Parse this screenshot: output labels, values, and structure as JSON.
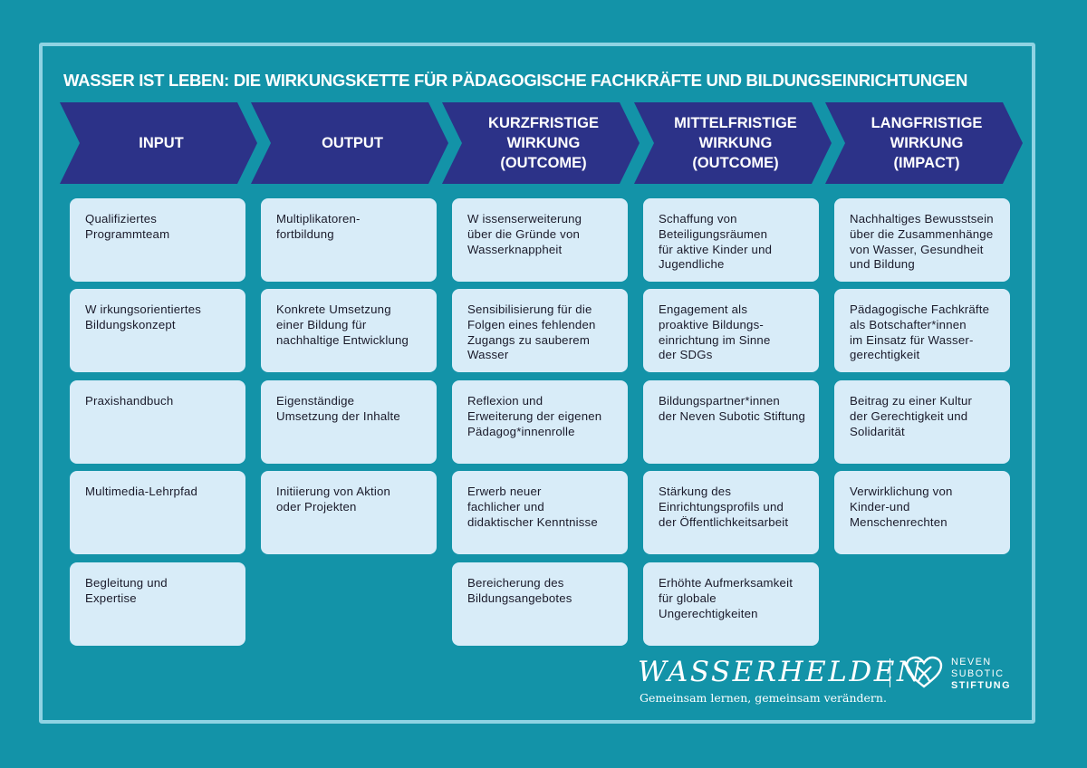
{
  "title": "WASSER IST LEBEN: DIE WIRKUNGSKETTE FÜR PÄDAGOGISCHE FACHKRÄFTE UND BILDUNGSEINRICHTUNGEN",
  "colors": {
    "background": "#1393a8",
    "frame": "#8fd3e3",
    "chevron": "#2c3288",
    "card": "#d8ecf8",
    "card_text": "#1a1a2a"
  },
  "columns": [
    {
      "header": "INPUT",
      "cards": [
        "Qualifiziertes\nProgrammteam",
        "W irkungsorientiertes\nBildungskonzept",
        "Praxishandbuch",
        "Multimedia-Lehrpfad",
        "Begleitung und\nExpertise"
      ]
    },
    {
      "header": "OUTPUT",
      "cards": [
        "Multiplikatoren-\nfortbildung",
        "Konkrete Umsetzung\neiner Bildung für\nnachhaltige Entwicklung",
        "Eigenständige\nUmsetzung der Inhalte",
        "Initiierung von Aktion\noder Projekten"
      ]
    },
    {
      "header": "KURZFRISTIGE\nWIRKUNG\n(OUTCOME)",
      "cards": [
        "W issenserweiterung\nüber die Gründe von\nWasserknappheit",
        "Sensibilisierung für die\nFolgen eines fehlenden\nZugangs zu sauberem\nWasser",
        "Reflexion und\nErweiterung der eigenen\nPädagog*innenrolle",
        "Erwerb neuer\nfachlicher und\ndidaktischer Kenntnisse",
        "Bereicherung des\nBildungsangebotes"
      ]
    },
    {
      "header": "MITTELFRISTIGE\nWIRKUNG\n(OUTCOME)",
      "cards": [
        "Schaffung von\nBeteiligungsräumen\nfür aktive Kinder und\nJugendliche",
        "Engagement als\nproaktive Bildungs-\neinrichtung im Sinne\nder SDGs",
        "Bildungspartner*innen\nder Neven Subotic Stiftung",
        "Stärkung des\nEinrichtungsprofils und\nder Öffentlichkeitsarbeit",
        "Erhöhte Aufmerksamkeit\nfür globale\nUngerechtigkeiten"
      ]
    },
    {
      "header": "LANGFRISTIGE\nWIRKUNG\n(IMPACT)",
      "cards": [
        "Nachhaltiges Bewusstsein\nüber die Zusammenhänge\nvon Wasser, Gesundheit\nund Bildung",
        "Pädagogische Fachkräfte\nals Botschafter*innen\nim Einsatz für Wasser-\ngerechtigkeit",
        "Beitrag zu einer Kultur\nder Gerechtigkeit und\nSolidarität",
        "Verwirklichung von\nKinder-und\nMenschenrechten"
      ]
    }
  ],
  "logo": {
    "wasserhelden": "WASSERHELDEN",
    "tagline": "Gemeinsam lernen, gemeinsam verändern.",
    "neven": "NEVEN",
    "subotic": "SUBOTIC",
    "stiftung": "STIFTUNG",
    "heart_icon": "heart-ribbon-icon"
  }
}
